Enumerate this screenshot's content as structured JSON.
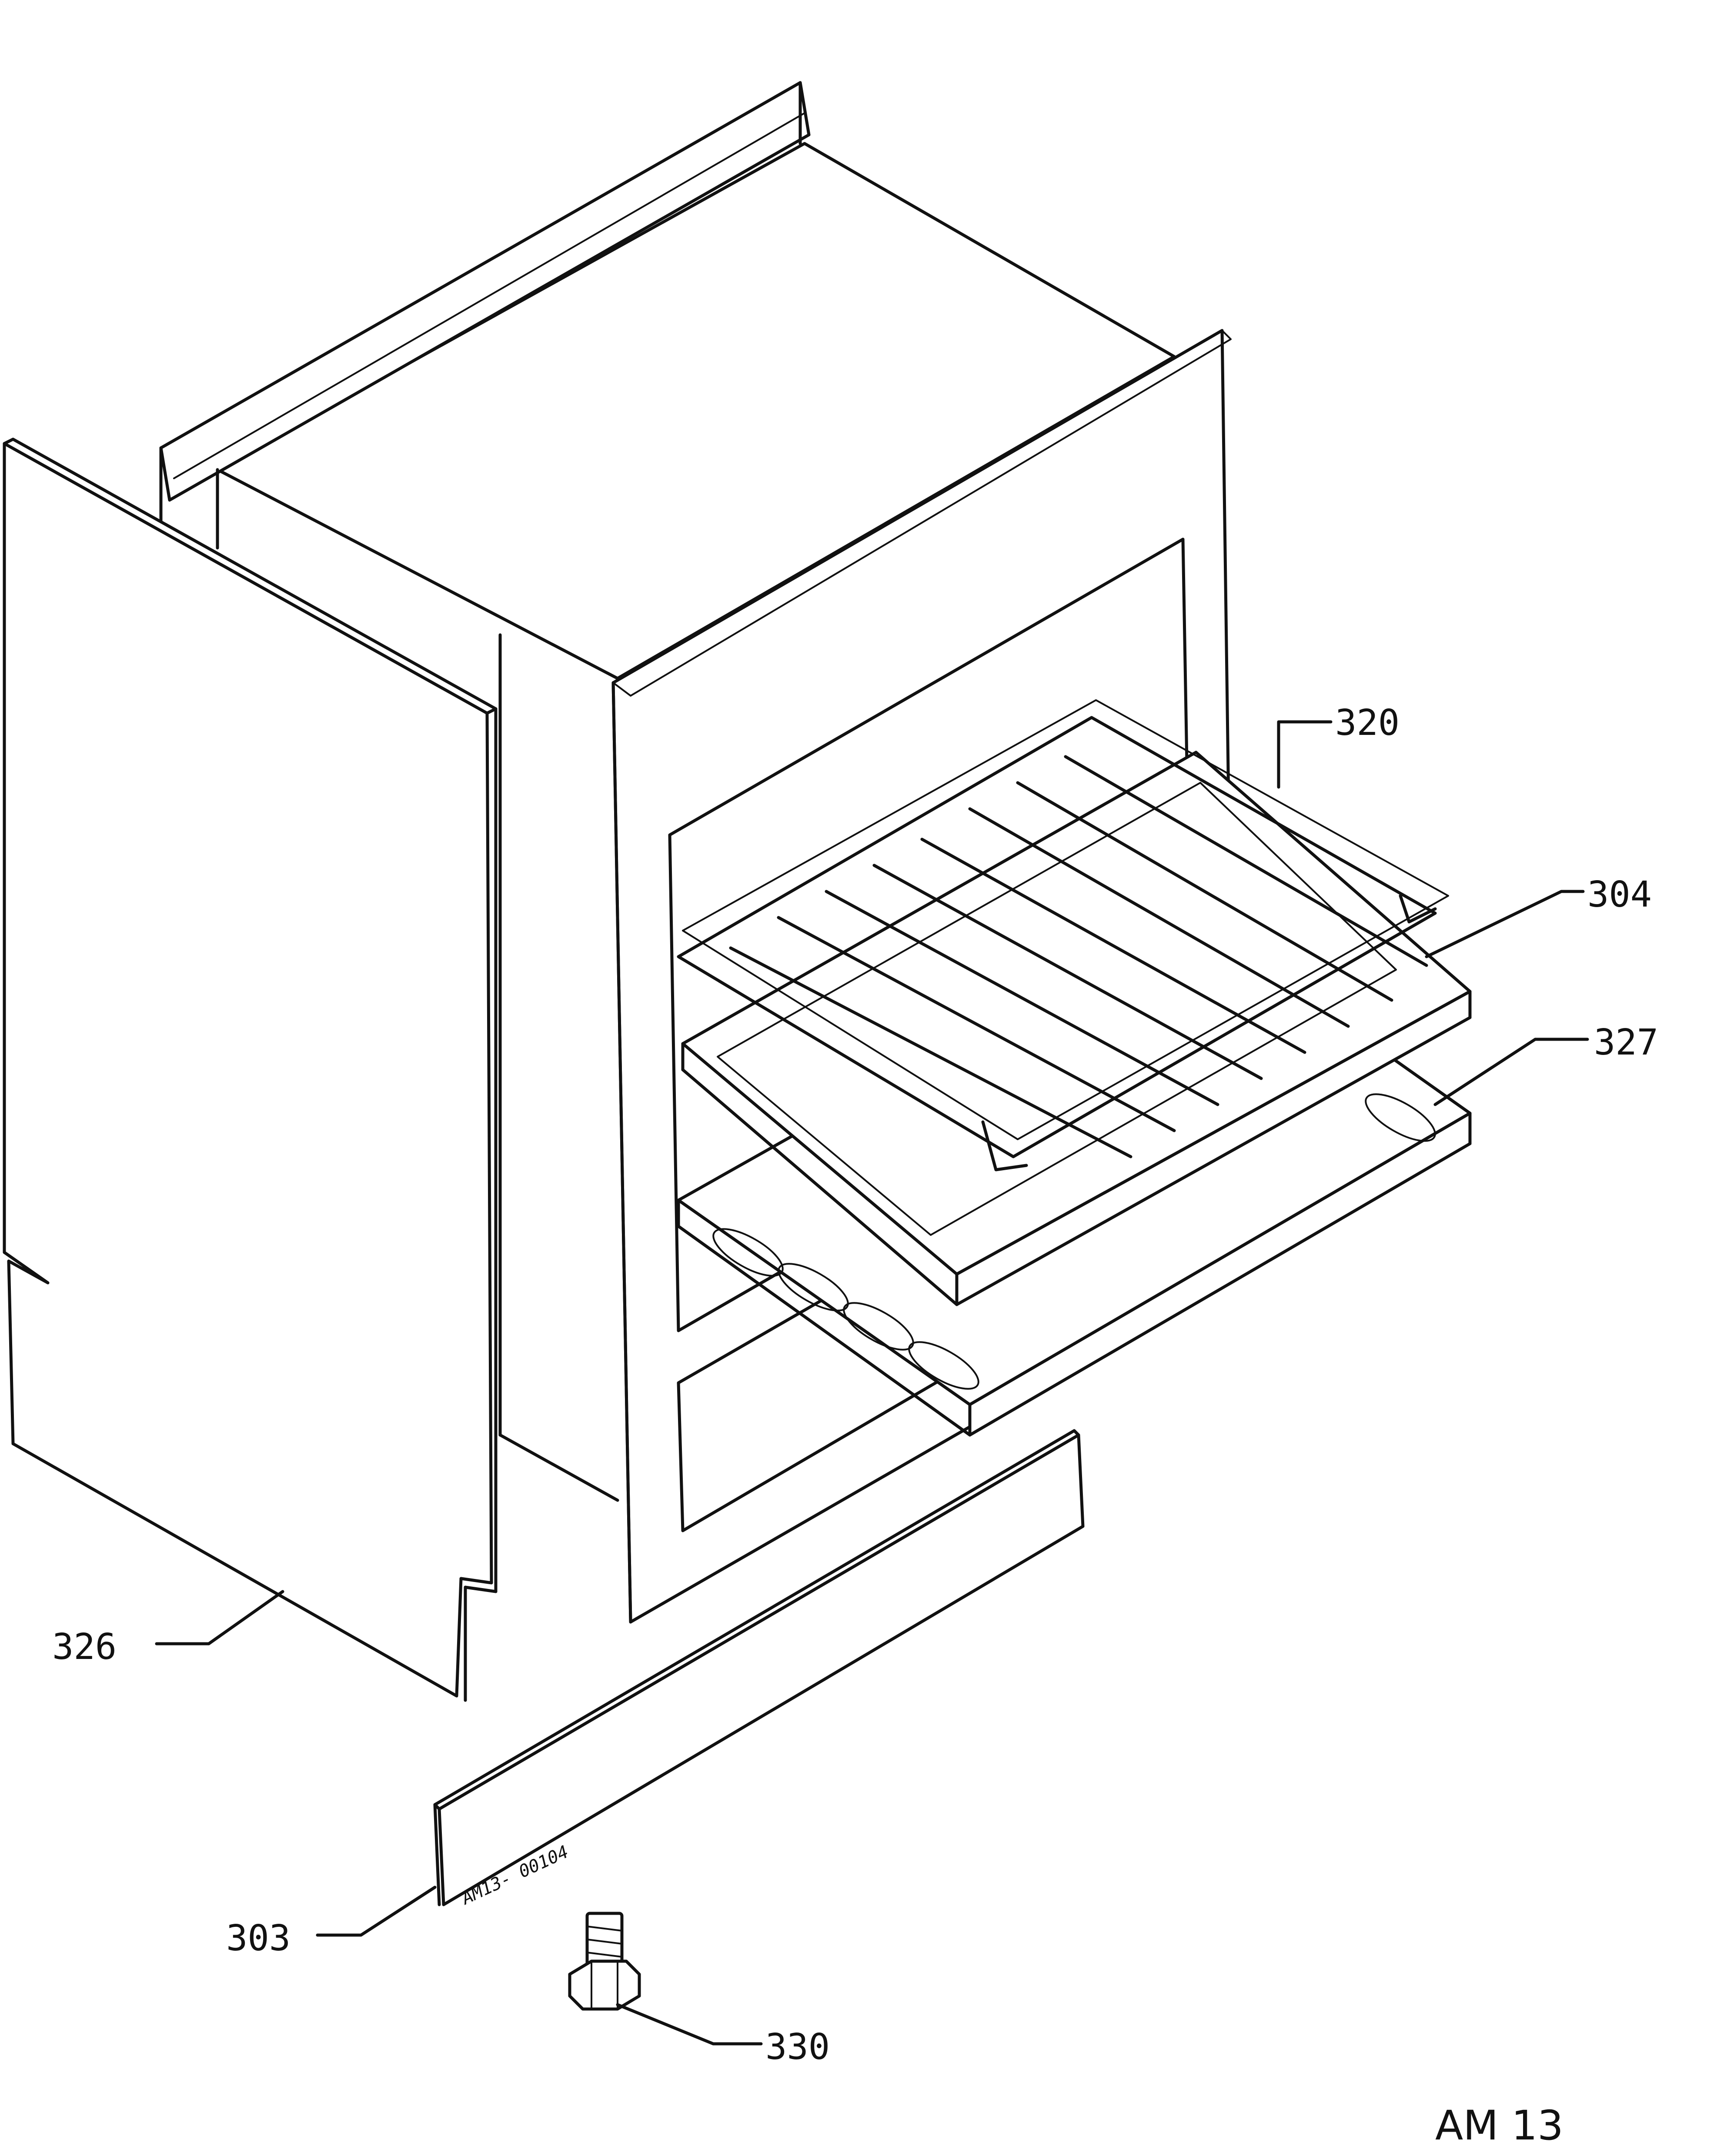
{
  "callouts": [
    {
      "id": "320",
      "text": "320"
    },
    {
      "id": "304",
      "text": "304"
    },
    {
      "id": "327",
      "text": "327"
    },
    {
      "id": "326",
      "text": "326"
    },
    {
      "id": "303",
      "text": "303"
    },
    {
      "id": "330",
      "text": "330"
    }
  ],
  "panel_stamp": "AM13- 00104",
  "drawing_code": "AM 13"
}
